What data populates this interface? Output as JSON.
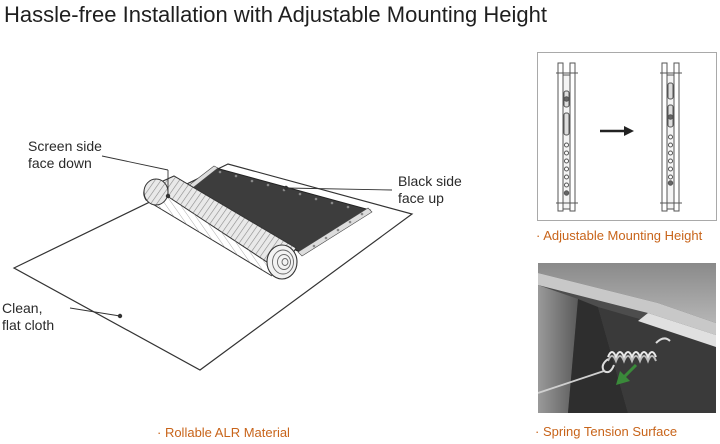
{
  "title": "Hassle-free Installation with Adjustable Mounting Height",
  "labels": {
    "screen_side": "Screen side\nface down",
    "black_side": "Black side\nface up",
    "cloth": "Clean,\nflat cloth"
  },
  "captions": {
    "rollable": "· Rollable ALR Material",
    "adjustable": "· Adjustable Mounting Height",
    "spring": "· Spring Tension Surface"
  },
  "colors": {
    "caption": "#c8641a",
    "black_side": "#3a3a3a",
    "arrow_green": "#3a8a3a"
  }
}
